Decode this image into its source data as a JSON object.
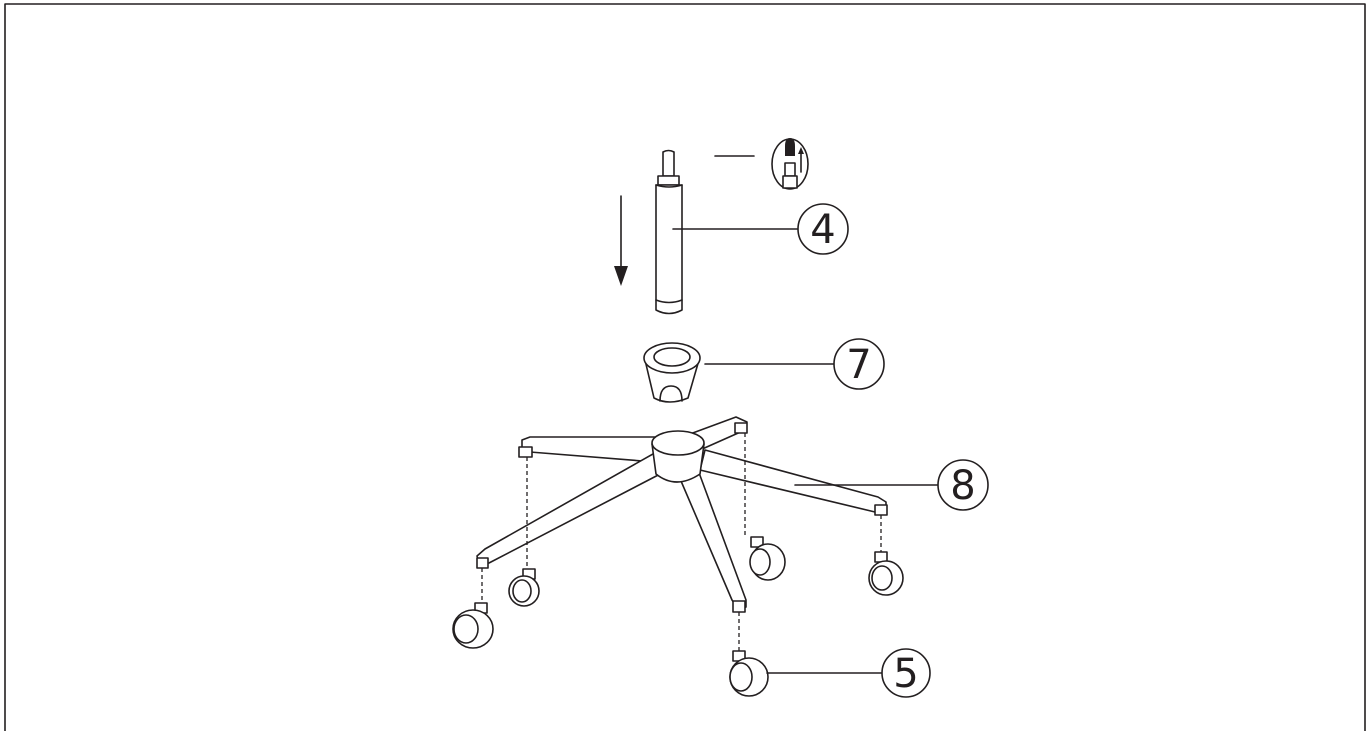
{
  "diagram": {
    "callouts": [
      {
        "id": "gas-lift",
        "label": "4"
      },
      {
        "id": "base-cover",
        "label": "7"
      },
      {
        "id": "star-base",
        "label": "8"
      },
      {
        "id": "caster",
        "label": "5"
      }
    ],
    "colors": {
      "ink": "#231f20",
      "background": "#ffffff"
    },
    "icons": [
      "down-arrow-icon",
      "remove-cap-icon"
    ]
  }
}
